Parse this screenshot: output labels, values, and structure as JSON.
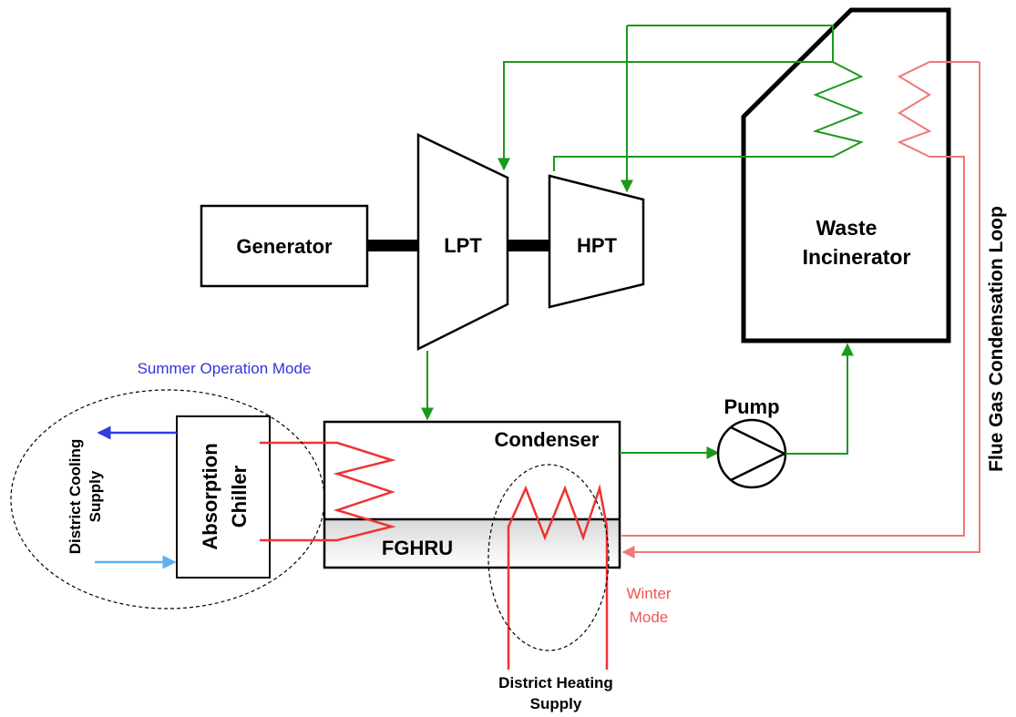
{
  "labels": {
    "generator": "Generator",
    "lpt": "LPT",
    "hpt": "HPT",
    "incinerator_line1": "Waste",
    "incinerator_line2": "Incinerator",
    "condenser": "Condenser",
    "fghru": "FGHRU",
    "pump": "Pump",
    "chiller_line1": "Absorption",
    "chiller_line2": "Chiller",
    "cooling_line1": "District Cooling",
    "cooling_line2": "Supply",
    "heating_line1": "District Heating",
    "heating_line2": "Supply",
    "summer_mode": "Summer Operation Mode",
    "winter_line1": "Winter",
    "winter_line2": "Mode",
    "flue_gas_loop": "Flue Gas Condensation Loop"
  },
  "colors": {
    "steam": "#1a9a1a",
    "hot": "#ee3333",
    "flue": "#f07878",
    "cooling_out": "#2f3fe0",
    "cooling_in": "#5fb0f0",
    "summer_text": "#3333dd",
    "winter_text": "#ee5555",
    "outline": "#000000"
  }
}
